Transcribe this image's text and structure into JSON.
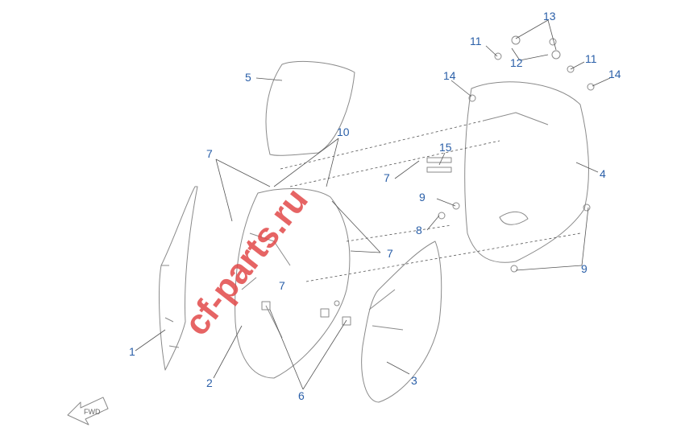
{
  "diagram": {
    "labels": {
      "l1": "1",
      "l2": "2",
      "l3": "3",
      "l4": "4",
      "l5": "5",
      "l6": "6",
      "l7a": "7",
      "l7b": "7",
      "l7c": "7",
      "l7d": "7",
      "l8": "8",
      "l9a": "9",
      "l9b": "9",
      "l10": "10",
      "l11a": "11",
      "l11b": "11",
      "l12": "12",
      "l13": "13",
      "l14a": "14",
      "l14b": "14",
      "l15": "15"
    },
    "watermark": "cf-parts.ru",
    "front_arrow": "FWD"
  },
  "colors": {
    "label": "#2a5fa8",
    "watermark": "#e24a4a",
    "line": "#8a8a8a"
  }
}
